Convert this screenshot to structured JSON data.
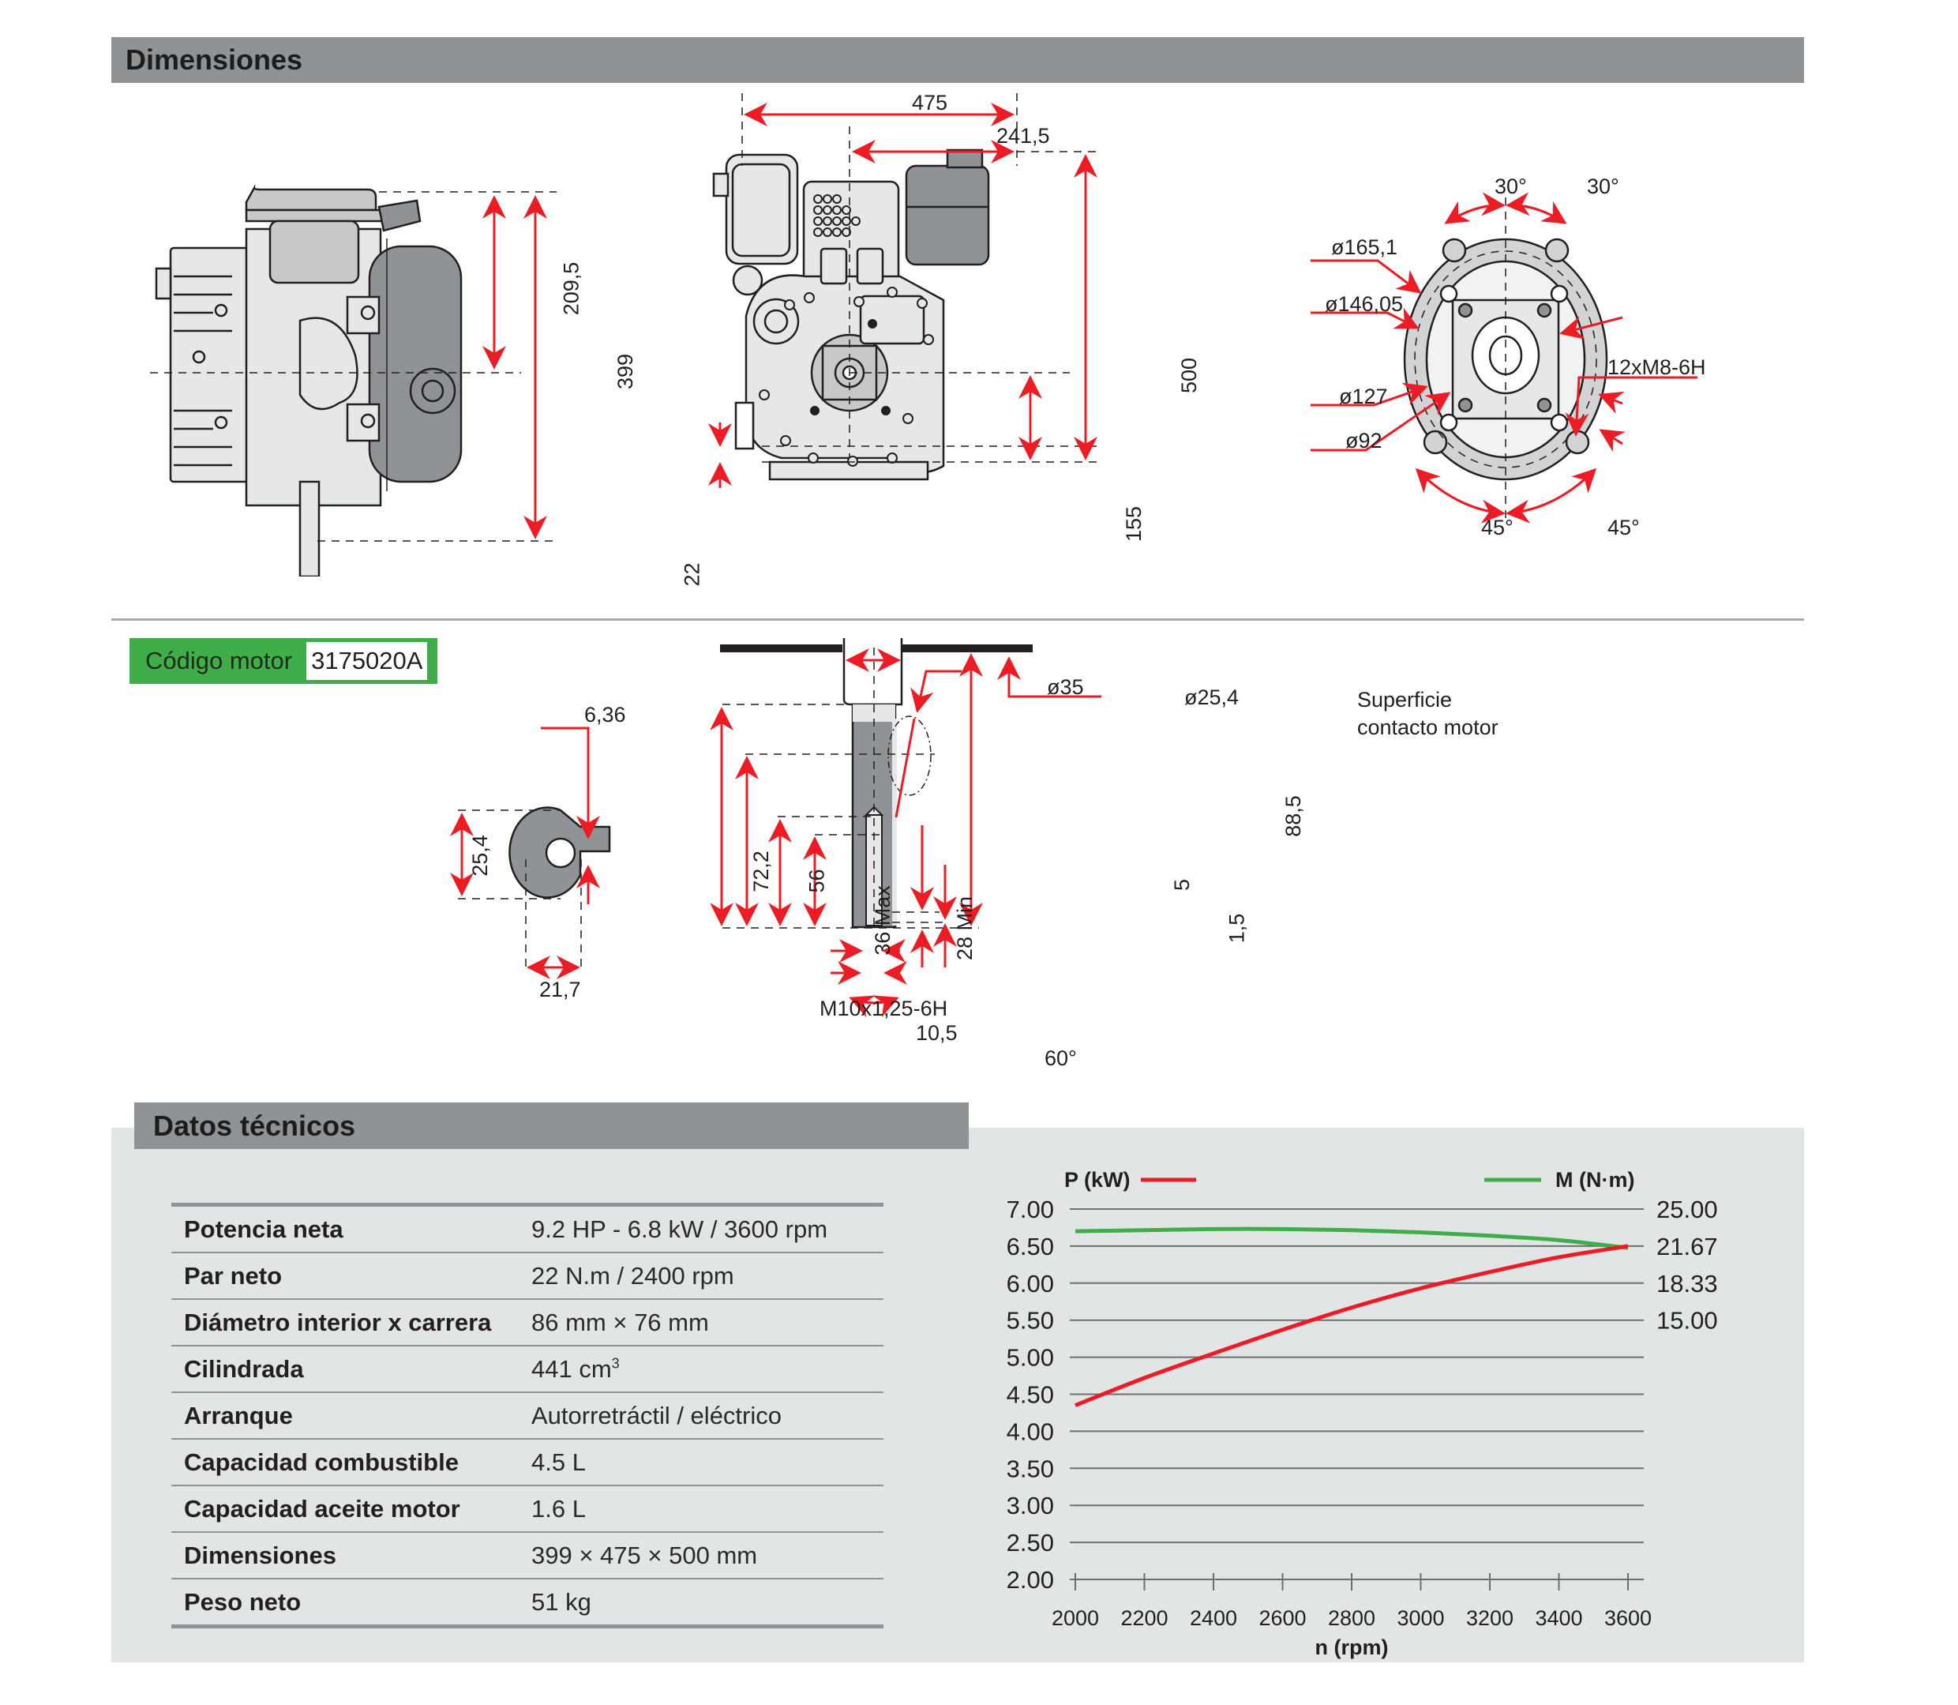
{
  "sections": {
    "dimensions_title": "Dimensiones",
    "tech_title": "Datos técnicos"
  },
  "engine_code": {
    "label": "Código motor",
    "value": "3175020A"
  },
  "side_view": {
    "dims": {
      "upper_height": "209,5",
      "total_height": "399"
    }
  },
  "front_view": {
    "dims": {
      "total_width": "475",
      "half_width": "241,5",
      "total_height": "500",
      "shaft_height": "155",
      "base": "22"
    }
  },
  "flange_view": {
    "dims": {
      "angle_top_left": "30°",
      "angle_top_right": "30°",
      "angle_bottom_left": "45°",
      "angle_bottom_right": "45°",
      "d1": "ø165,1",
      "d2": "ø146,05",
      "d3": "ø127",
      "d4": "ø92",
      "threads": "12xM8-6H"
    }
  },
  "key_view": {
    "dims": {
      "keyway": "6,36",
      "diameter": "25,4",
      "depth": "21,7"
    }
  },
  "shaft_view": {
    "dims": {
      "bore": "ø35",
      "shaft": "ø25,4",
      "length_total": "88,5",
      "length_72": "72,2",
      "length_56": "56",
      "thread_max": "36 Max",
      "thread_min": "28 Min",
      "d5": "5",
      "d15": "1,5",
      "thread_spec": "M10x1,25-6H",
      "counterbore": "10,5",
      "angle": "60°"
    },
    "surface_label_1": "Superficie",
    "surface_label_2": "contacto motor"
  },
  "specs": [
    {
      "label": "Potencia neta",
      "value": "9.2 HP - 6.8 kW / 3600 rpm"
    },
    {
      "label": "Par neto",
      "value": "22 N.m / 2400 rpm"
    },
    {
      "label": "Diámetro interior x carrera",
      "value": "86 mm × 76 mm"
    },
    {
      "label": "Cilindrada",
      "value": "441 cm",
      "sup": "3"
    },
    {
      "label": "Arranque",
      "value": "Autorretráctil / eléctrico"
    },
    {
      "label": "Capacidad combustible",
      "value": "4.5 L"
    },
    {
      "label": "Capacidad aceite motor",
      "value": "1.6 L"
    },
    {
      "label": "Dimensiones",
      "value": "399 × 475 × 500 mm"
    },
    {
      "label": "Peso neto",
      "value": "51 kg"
    }
  ],
  "colors": {
    "power": "#ed1c24",
    "torque": "#3fae49",
    "dimension": "#ed1c24",
    "band": "#8f9395",
    "panel": "#e2e5e6",
    "code_green": "#3fae49"
  },
  "chart_data": {
    "type": "line",
    "title": "",
    "xlabel": "n (rpm)",
    "ylabel": "P (kW)",
    "y2label": "M (N·m)",
    "x": [
      2000,
      2200,
      2400,
      2600,
      2800,
      3000,
      3200,
      3400,
      3600
    ],
    "xlim": [
      2000,
      3600
    ],
    "ylim": [
      2.0,
      7.0
    ],
    "yticks": [
      "2.00",
      "2.50",
      "3.00",
      "3.50",
      "4.00",
      "4.50",
      "5.00",
      "5.50",
      "6.00",
      "6.50",
      "7.00"
    ],
    "y2ticks": [
      "15.00",
      "18.33",
      "21.67",
      "25.00"
    ],
    "y2_mapping": "15.00 N·m ↔ 5.50 kW, 25.00 N·m ↔ 7.00 kW",
    "grid": true,
    "legend": [
      {
        "name": "P (kW)",
        "placement": "top-left"
      },
      {
        "name": "M (N·m)",
        "placement": "top-right"
      }
    ],
    "series": [
      {
        "name": "P (kW)",
        "axis": "left",
        "values": [
          4.35,
          4.72,
          5.05,
          5.37,
          5.67,
          5.93,
          6.15,
          6.35,
          6.5
        ]
      },
      {
        "name": "M (N·m)",
        "axis": "right",
        "values": [
          23.0,
          23.1,
          23.2,
          23.2,
          23.1,
          22.9,
          22.6,
          22.2,
          21.5
        ]
      }
    ]
  }
}
